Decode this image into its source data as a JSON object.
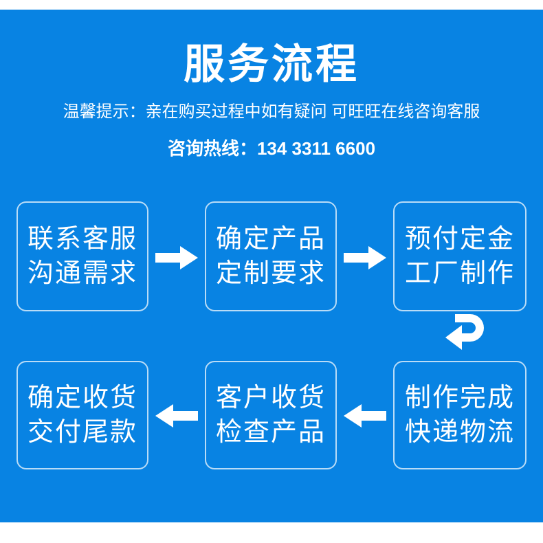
{
  "theme": {
    "background_blue": "#0883e3",
    "band_white": "#ffffff",
    "box_border": "#b9dcf7",
    "text_white": "#ffffff"
  },
  "header": {
    "title": "服务流程",
    "subtitle": "温馨提示：亲在购买过程中如有疑问 可旺旺在线咨询客服",
    "hotline": "咨询热线：134 3311 6600"
  },
  "flow": {
    "steps": [
      {
        "id": 1,
        "line1": "联系客服",
        "line2": "沟通需求"
      },
      {
        "id": 2,
        "line1": "确定产品",
        "line2": "定制要求"
      },
      {
        "id": 3,
        "line1": "预付定金",
        "line2": "工厂制作"
      },
      {
        "id": 4,
        "line1": "制作完成",
        "line2": "快递物流"
      },
      {
        "id": 5,
        "line1": "客户收货",
        "line2": "检查产品"
      },
      {
        "id": 6,
        "line1": "确定收货",
        "line2": "交付尾款"
      }
    ],
    "connectors": [
      {
        "id": "arrow-1",
        "icon": "arrow-right-icon",
        "direction": "right"
      },
      {
        "id": "arrow-2",
        "icon": "arrow-right-icon",
        "direction": "right"
      },
      {
        "id": "arrow-uturn",
        "icon": "arrow-uturn-left-icon",
        "direction": "uturn-left"
      },
      {
        "id": "arrow-3",
        "icon": "arrow-left-icon",
        "direction": "left"
      },
      {
        "id": "arrow-4",
        "icon": "arrow-left-icon",
        "direction": "left"
      }
    ]
  }
}
